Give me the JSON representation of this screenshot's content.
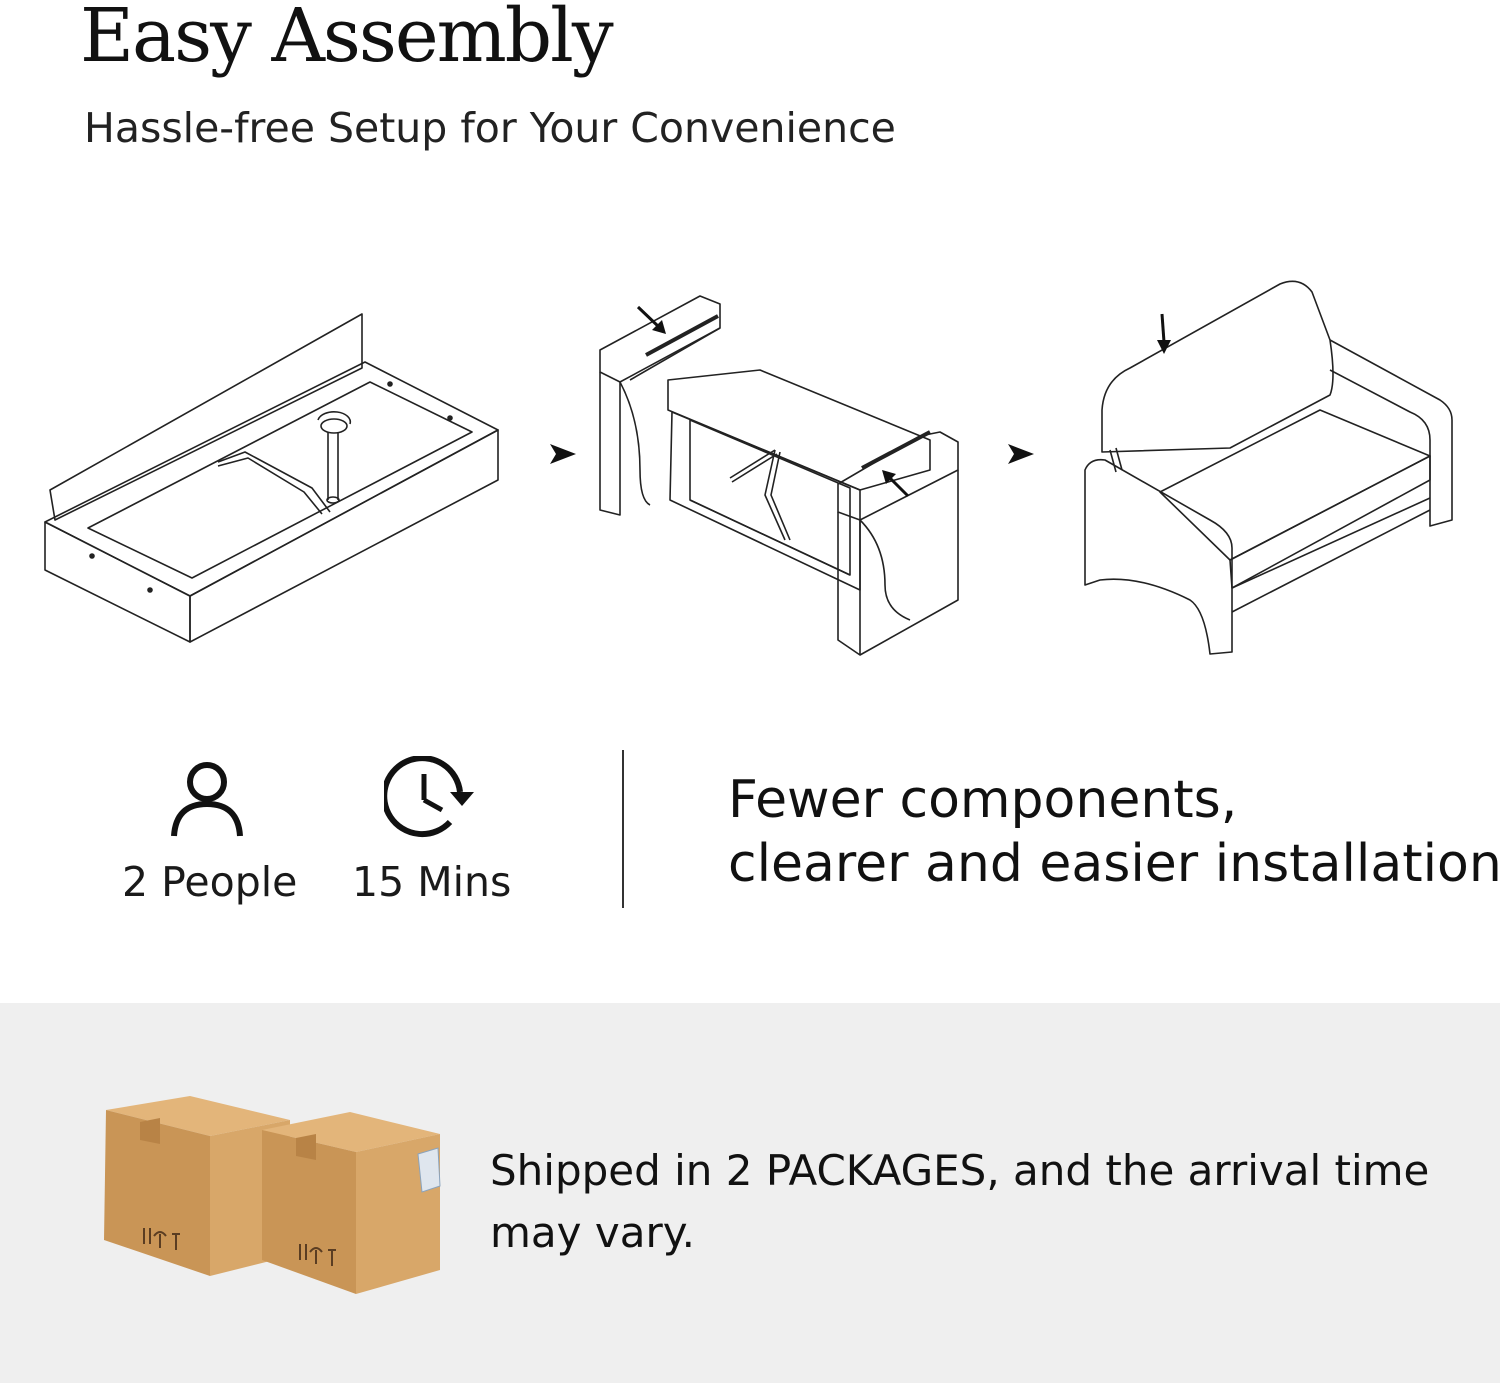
{
  "header": {
    "title": "Easy Assembly",
    "subtitle": "Hassle-free Setup for Your Convenience"
  },
  "steps": [
    {
      "name": "sofa-base-leg-install-illustration"
    },
    {
      "name": "armrest-attach-illustration"
    },
    {
      "name": "backrest-attach-illustration"
    }
  ],
  "stats": {
    "people": {
      "icon": "person-icon",
      "label": "2 People"
    },
    "time": {
      "icon": "clock-icon",
      "label": "15 Mins"
    }
  },
  "feature": {
    "line1": "Fewer components,",
    "line2": "clearer and easier installation."
  },
  "shipping": {
    "icon": "cardboard-boxes-icon",
    "text": "Shipped in 2 PACKAGES, and the arrival time may vary."
  },
  "colors": {
    "band": "#efefef",
    "box": "#d8a769",
    "box_dark": "#c4915a",
    "line": "#1a1a1a"
  }
}
